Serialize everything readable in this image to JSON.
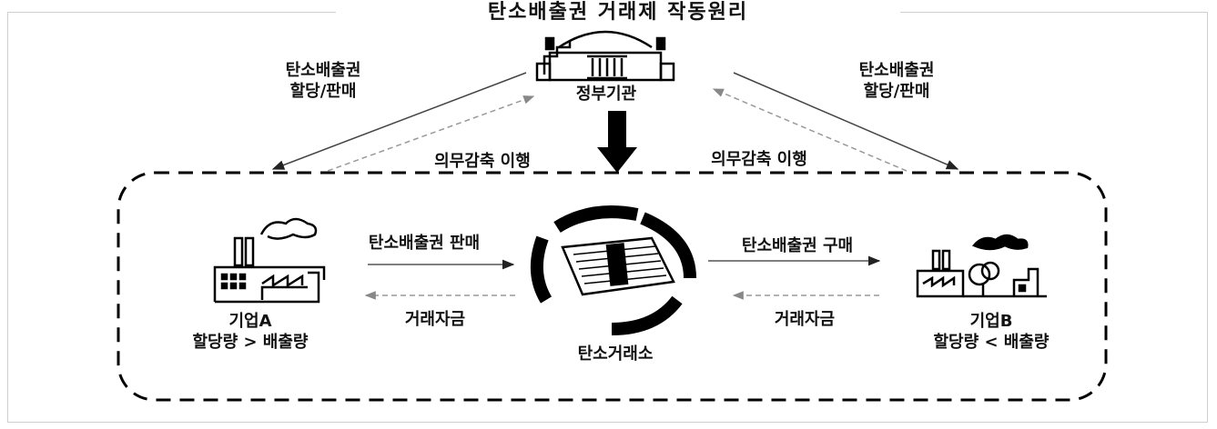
{
  "title": "탄소배출권 거래제 작동원리",
  "government": {
    "label": "정부기관"
  },
  "allocation_left": {
    "line1": "탄소배출권",
    "line2": "할당/판매"
  },
  "allocation_right": {
    "line1": "탄소배출권",
    "line2": "할당/판매"
  },
  "reduction_left": "의무감축 이행",
  "reduction_right": "의무감축 이행",
  "company_a": {
    "name": "기업A",
    "relation": "할당량 > 배출량"
  },
  "company_b": {
    "name": "기업B",
    "relation": "할당량 < 배출량"
  },
  "exchange": {
    "label": "탄소거래소"
  },
  "sell_label": "탄소배출권 판매",
  "buy_label": "탄소배출권 구매",
  "funds_left": "거래자금",
  "funds_right": "거래자금",
  "icons": [
    "government-building-icon",
    "factory-icon",
    "factory-with-tree-icon",
    "money-exchange-icon"
  ]
}
